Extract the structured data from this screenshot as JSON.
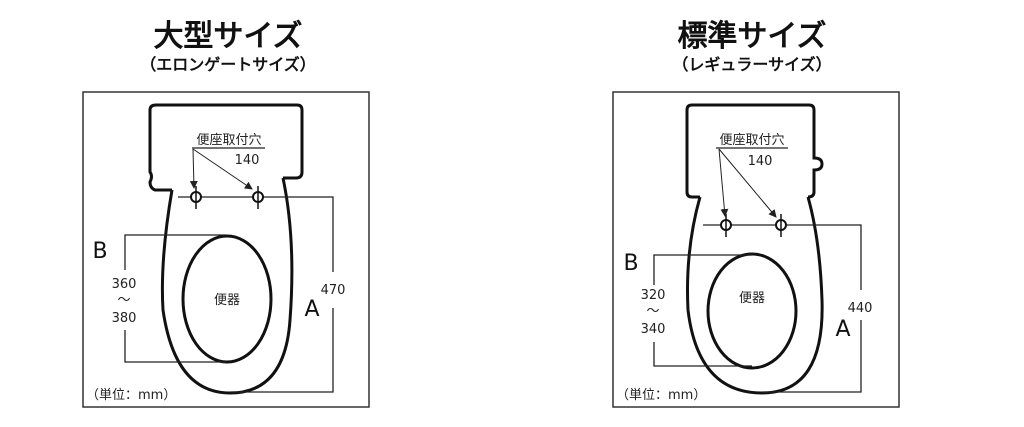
{
  "left": {
    "title": "大型サイズ",
    "subtitle": "（エロンゲートサイズ）",
    "hole_label": "便座取付穴",
    "hole_spacing": "140",
    "bowl_label": "便器",
    "b_label": "B",
    "b_min": "360",
    "b_tilde": "～",
    "b_max": "380",
    "a_label": "A",
    "a_value": "470",
    "unit": "（単位：mm）"
  },
  "right": {
    "title": "標準サイズ",
    "subtitle": "（レギュラーサイズ）",
    "hole_label": "便座取付穴",
    "hole_spacing": "140",
    "bowl_label": "便器",
    "b_label": "B",
    "b_min": "320",
    "b_tilde": "～",
    "b_max": "340",
    "a_label": "A",
    "a_value": "440",
    "unit": "（単位：mm）"
  }
}
